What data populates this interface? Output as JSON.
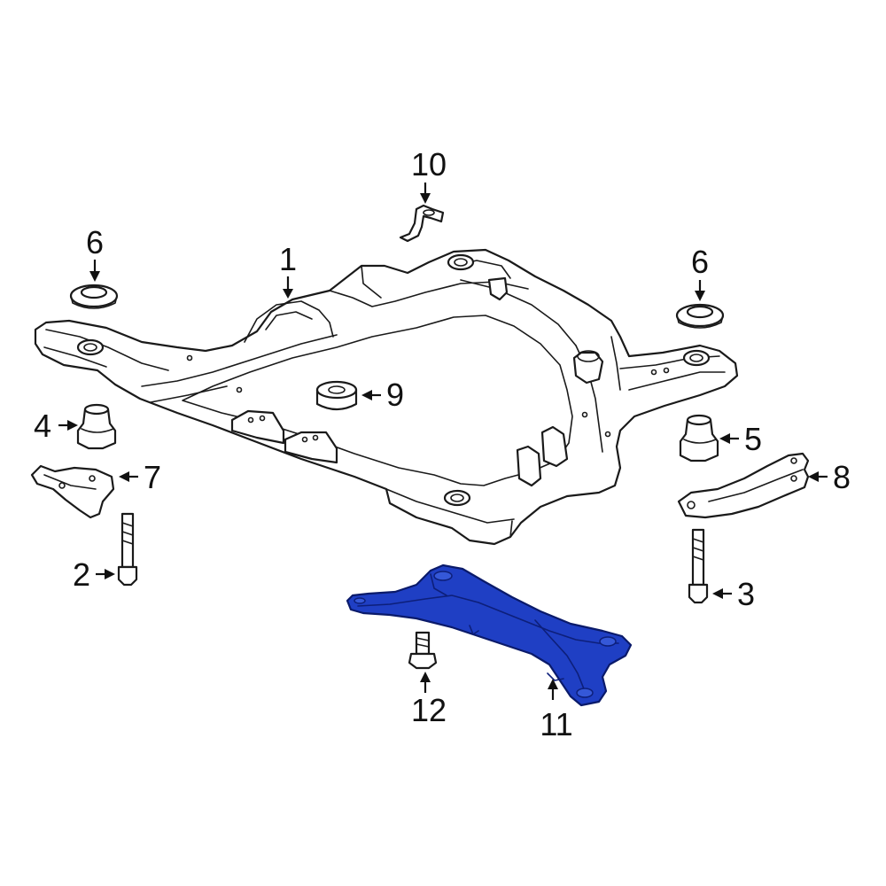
{
  "labels": {
    "l1": "1",
    "l2": "2",
    "l3": "3",
    "l4": "4",
    "l5": "5",
    "l6a": "6",
    "l6b": "6",
    "l7": "7",
    "l8": "8",
    "l9": "9",
    "l10": "10",
    "l11": "11",
    "l12": "12"
  },
  "colors": {
    "highlight": "#1f3fc4",
    "line": "#1a1a1a",
    "background": "#ffffff"
  }
}
